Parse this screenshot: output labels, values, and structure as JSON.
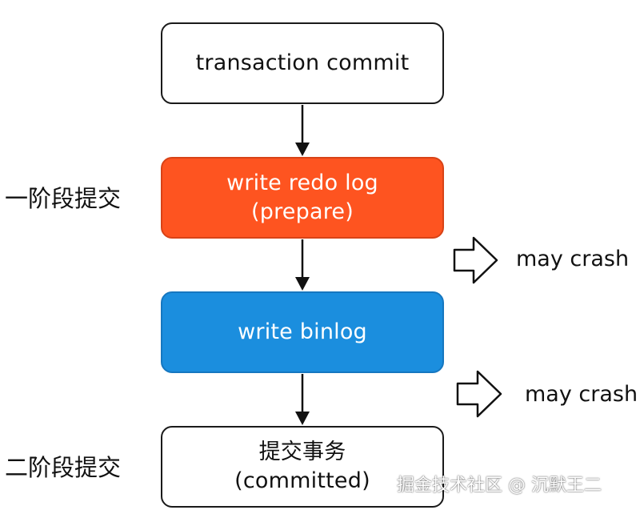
{
  "diagram": {
    "steps": {
      "commit": "transaction commit",
      "redo_line1": "write redo log",
      "redo_line2": "(prepare)",
      "binlog": "write binlog",
      "committed_line1": "提交事务",
      "committed_line2": "(committed)"
    },
    "phases": {
      "phase1": "一阶段提交",
      "phase2": "二阶段提交"
    },
    "crash_points": [
      {
        "label": "may crash"
      },
      {
        "label": "may crash"
      }
    ],
    "watermark": "掘金技术社区 @ 沉默王二",
    "colors": {
      "prepare": "#fe5420",
      "binlog": "#1b8ede",
      "outline": "#1a1a1a"
    }
  }
}
